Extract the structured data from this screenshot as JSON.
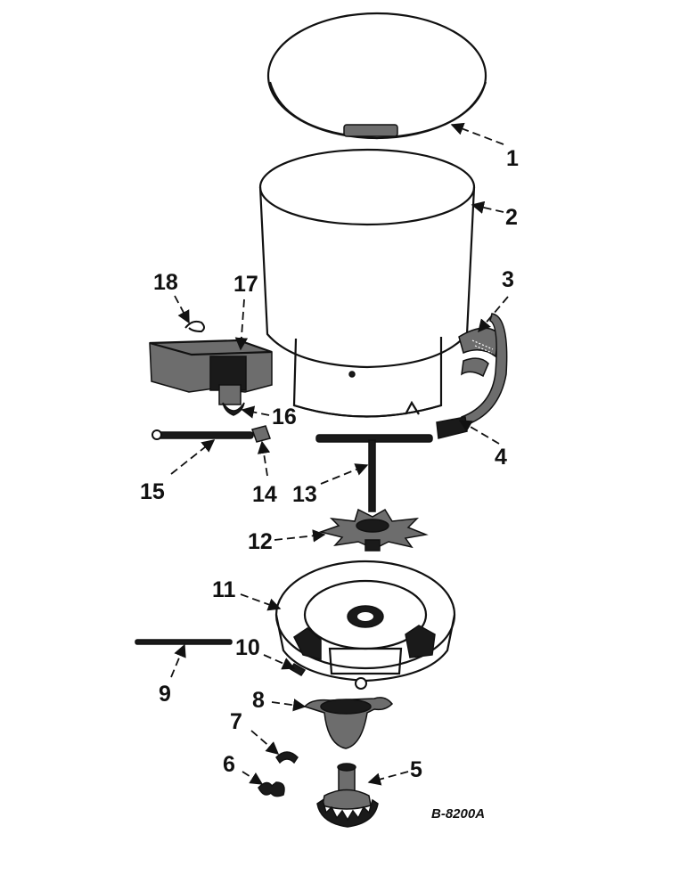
{
  "diagram": {
    "drawing_code": "B-8200A",
    "callouts": [
      "1",
      "2",
      "3",
      "4",
      "5",
      "6",
      "7",
      "8",
      "9",
      "10",
      "11",
      "12",
      "13",
      "14",
      "15",
      "16",
      "17",
      "18"
    ],
    "colors": {
      "ink": "#111111",
      "paper": "#ffffff",
      "shade": "#6d6d6d"
    }
  }
}
